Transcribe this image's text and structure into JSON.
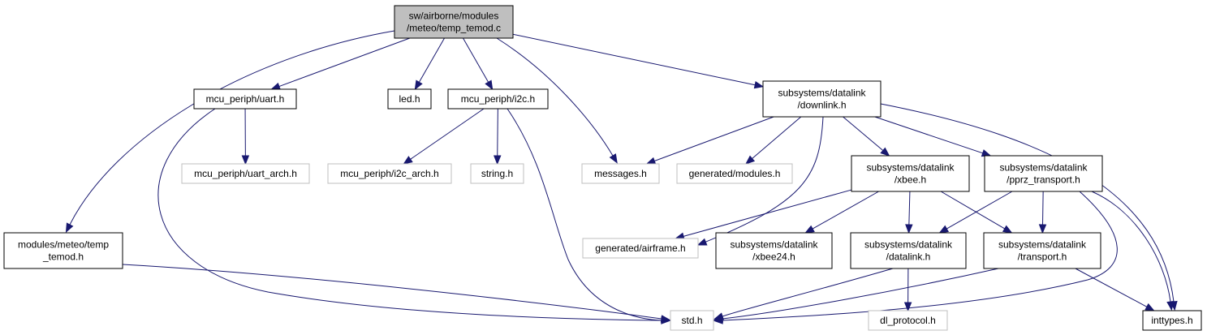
{
  "graph": {
    "edge_color": "#191970",
    "nodes": {
      "root": {
        "lines": [
          "sw/airborne/modules",
          "/meteo/temp_temod.c"
        ],
        "style": "root"
      },
      "uart": {
        "lines": [
          "mcu_periph/uart.h"
        ],
        "style": "normal"
      },
      "led": {
        "lines": [
          "led.h"
        ],
        "style": "normal"
      },
      "i2c": {
        "lines": [
          "mcu_periph/i2c.h"
        ],
        "style": "normal"
      },
      "downlink": {
        "lines": [
          "subsystems/datalink",
          "/downlink.h"
        ],
        "style": "normal"
      },
      "uart_arch": {
        "lines": [
          "mcu_periph/uart_arch.h"
        ],
        "style": "gray"
      },
      "i2c_arch": {
        "lines": [
          "mcu_periph/i2c_arch.h"
        ],
        "style": "gray"
      },
      "string": {
        "lines": [
          "string.h"
        ],
        "style": "gray"
      },
      "messages": {
        "lines": [
          "messages.h"
        ],
        "style": "gray"
      },
      "gen_modules": {
        "lines": [
          "generated/modules.h"
        ],
        "style": "gray"
      },
      "xbee": {
        "lines": [
          "subsystems/datalink",
          "/xbee.h"
        ],
        "style": "normal"
      },
      "pprz": {
        "lines": [
          "subsystems/datalink",
          "/pprz_transport.h"
        ],
        "style": "normal"
      },
      "temod_h": {
        "lines": [
          "modules/meteo/temp",
          "_temod.h"
        ],
        "style": "normal"
      },
      "gen_airframe": {
        "lines": [
          "generated/airframe.h"
        ],
        "style": "gray"
      },
      "xbee24": {
        "lines": [
          "subsystems/datalink",
          "/xbee24.h"
        ],
        "style": "normal"
      },
      "datalink": {
        "lines": [
          "subsystems/datalink",
          "/datalink.h"
        ],
        "style": "normal"
      },
      "transport": {
        "lines": [
          "subsystems/datalink",
          "/transport.h"
        ],
        "style": "normal"
      },
      "std": {
        "lines": [
          "std.h"
        ],
        "style": "gray"
      },
      "dl_protocol": {
        "lines": [
          "dl_protocol.h"
        ],
        "style": "gray"
      },
      "inttypes": {
        "lines": [
          "inttypes.h"
        ],
        "style": "normal"
      }
    },
    "edges": [
      [
        "root",
        "temod_h"
      ],
      [
        "root",
        "uart"
      ],
      [
        "root",
        "led"
      ],
      [
        "root",
        "i2c"
      ],
      [
        "root",
        "messages"
      ],
      [
        "root",
        "downlink"
      ],
      [
        "uart",
        "uart_arch"
      ],
      [
        "uart",
        "std"
      ],
      [
        "i2c",
        "i2c_arch"
      ],
      [
        "i2c",
        "string"
      ],
      [
        "i2c",
        "std"
      ],
      [
        "downlink",
        "messages"
      ],
      [
        "downlink",
        "gen_modules"
      ],
      [
        "downlink",
        "gen_airframe"
      ],
      [
        "downlink",
        "xbee"
      ],
      [
        "downlink",
        "pprz"
      ],
      [
        "downlink",
        "inttypes"
      ],
      [
        "xbee",
        "gen_airframe"
      ],
      [
        "xbee",
        "xbee24"
      ],
      [
        "xbee",
        "datalink"
      ],
      [
        "xbee",
        "transport"
      ],
      [
        "pprz",
        "datalink"
      ],
      [
        "pprz",
        "transport"
      ],
      [
        "pprz",
        "std"
      ],
      [
        "pprz",
        "inttypes"
      ],
      [
        "temod_h",
        "std"
      ],
      [
        "datalink",
        "std"
      ],
      [
        "datalink",
        "dl_protocol"
      ],
      [
        "transport",
        "std"
      ],
      [
        "transport",
        "inttypes"
      ]
    ]
  }
}
